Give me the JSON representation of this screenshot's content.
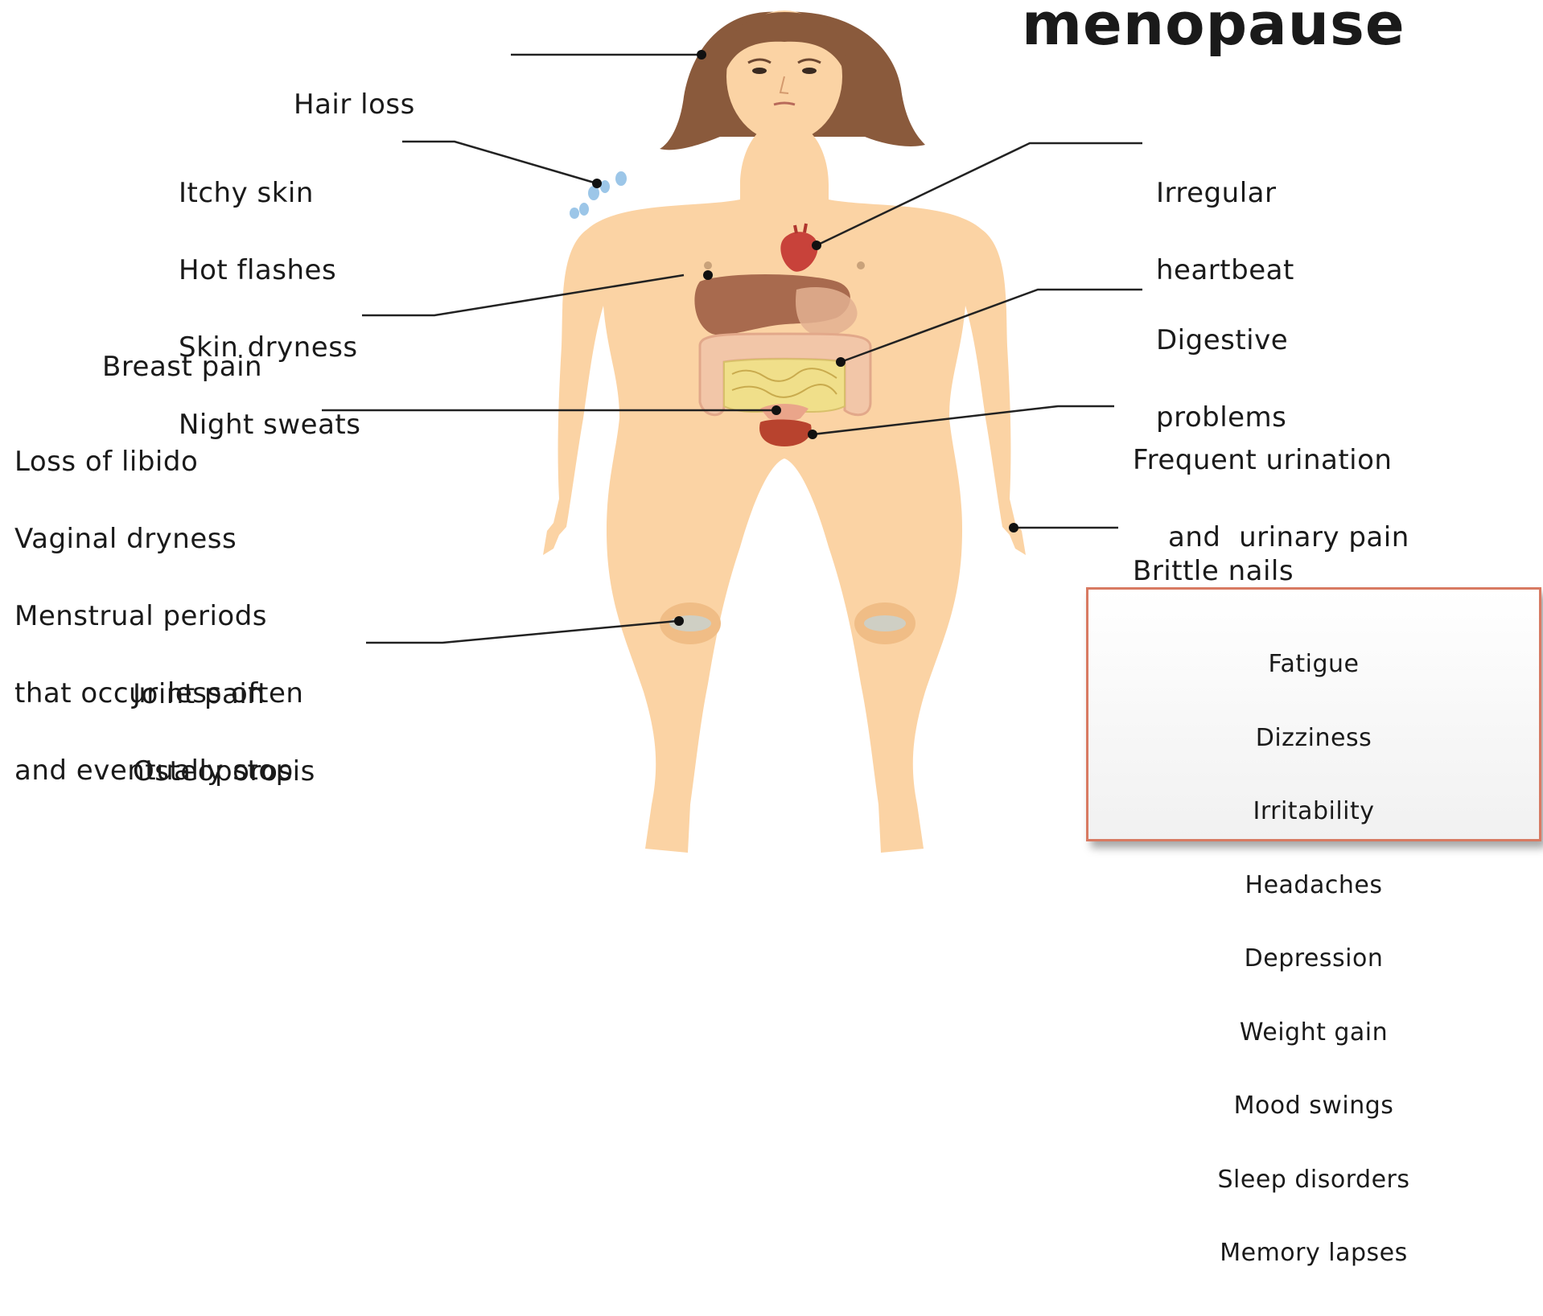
{
  "title": "menopause",
  "labels": {
    "hair": [
      "Hair loss"
    ],
    "skin": [
      "Itchy skin",
      "Hot flashes",
      "Skin dryness",
      "Night sweats"
    ],
    "breast": [
      "Breast pain"
    ],
    "libido": [
      "Loss of libido",
      "Vaginal dryness",
      "Menstrual periods",
      "that occur less often",
      "and eventually stop"
    ],
    "joint": [
      "Joint pain",
      "Osteoporosis"
    ],
    "heart": [
      "Irregular",
      "heartbeat"
    ],
    "digestive": [
      "Digestive",
      "problems"
    ],
    "urinary": [
      "Frequent urination",
      "and  urinary pain"
    ],
    "nails": [
      "Brittle nails"
    ]
  },
  "general_symptoms": [
    "Fatigue",
    "Dizziness",
    "Irritability",
    "Headaches",
    "Depression",
    "Weight gain",
    "Mood swings",
    "Sleep disorders",
    "Memory lapses"
  ],
  "colors": {
    "skin": "#fbd3a4",
    "skin_shadow": "#f0bd86",
    "hair": "#8a5a3c",
    "liver": "#a86a4e",
    "intestine": "#f2c6a8",
    "small_intestine": "#f0df8a",
    "heart": "#c8423a",
    "bladder": "#b8432e",
    "box_border": "#d87a62",
    "leader_line": "#222222"
  }
}
